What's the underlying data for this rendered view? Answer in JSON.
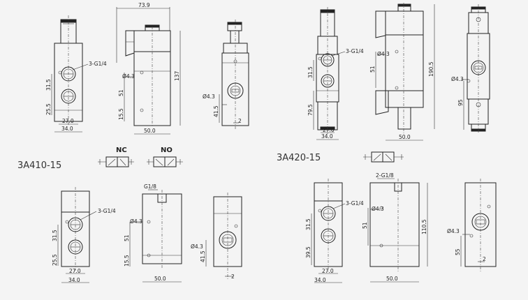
{
  "models": {
    "top_left": "3A410-15",
    "top_right": "3A420-15"
  },
  "symbols": {
    "nc": "NC",
    "no": "NO"
  },
  "dims": {
    "d_73_9": "73.9",
    "d_137": "137",
    "d_190_5": "190.5",
    "d_31_5": "31.5",
    "d_25_5": "25.5",
    "d_27_0": "27.0",
    "d_34_0": "34.0",
    "d_51": "51",
    "d_50_0": "50.0",
    "d_15_5": "15.5",
    "d_41_5": "41.5",
    "d_79_5": "79.5",
    "d_95": "95",
    "d_39_5": "39.5",
    "d_110_5": "110.5",
    "d_55": "55",
    "d_2": "2",
    "port_3_g1_4": "3-G1/4",
    "port_2_g1_8": "2-G1/8",
    "port_g1_8": "G1/8",
    "hole_4_3": "Ø4.3"
  }
}
